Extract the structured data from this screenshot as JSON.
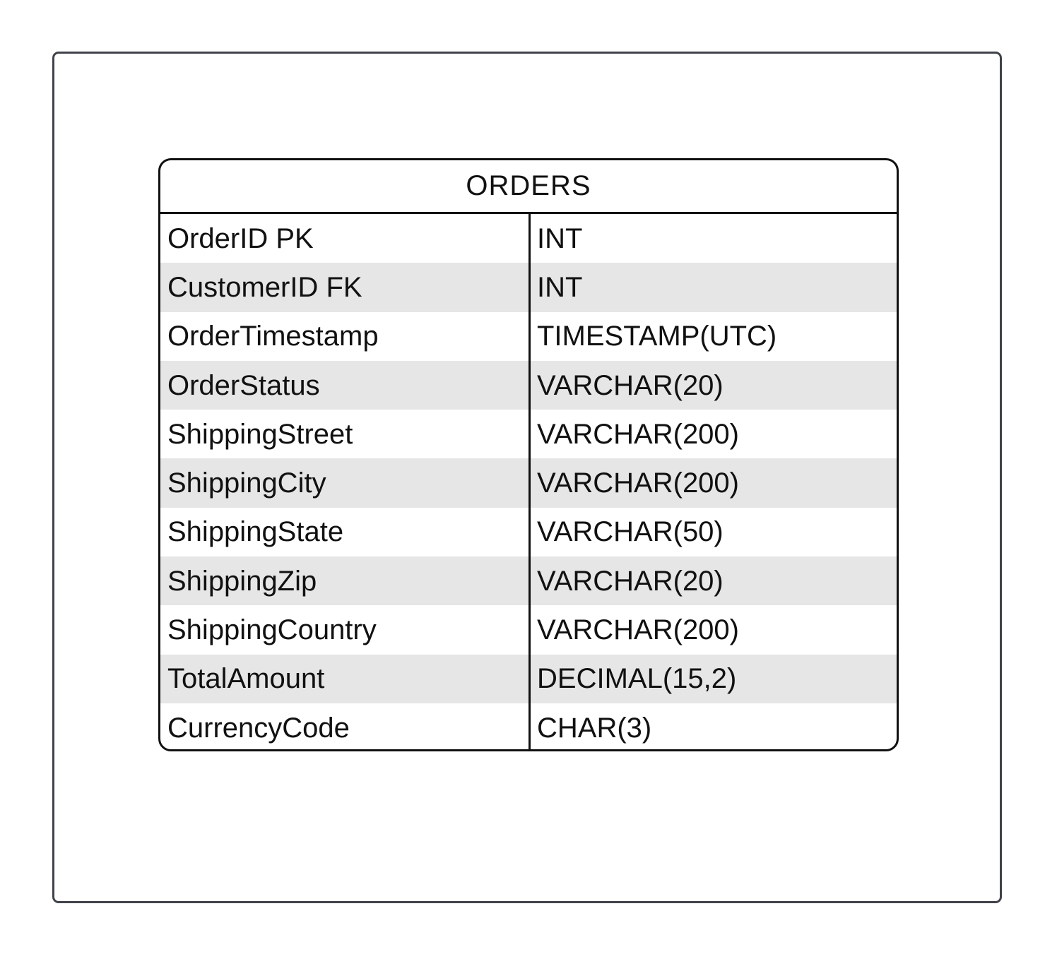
{
  "entity": {
    "name": "ORDERS",
    "columns": [
      {
        "name": "OrderID PK",
        "type": "INT"
      },
      {
        "name": "CustomerID FK",
        "type": "INT"
      },
      {
        "name": "OrderTimestamp",
        "type": "TIMESTAMP(UTC)"
      },
      {
        "name": "OrderStatus",
        "type": "VARCHAR(20)"
      },
      {
        "name": "ShippingStreet",
        "type": "VARCHAR(200)"
      },
      {
        "name": "ShippingCity",
        "type": "VARCHAR(200)"
      },
      {
        "name": "ShippingState",
        "type": "VARCHAR(50)"
      },
      {
        "name": "ShippingZip",
        "type": "VARCHAR(20)"
      },
      {
        "name": "ShippingCountry",
        "type": "VARCHAR(200)"
      },
      {
        "name": "TotalAmount",
        "type": "DECIMAL(15,2)"
      },
      {
        "name": "CurrencyCode",
        "type": "CHAR(3)"
      }
    ]
  },
  "colors": {
    "frame_border": "#3f4349",
    "entity_border": "#111111",
    "alt_row": "#e6e6e6",
    "background": "#ffffff"
  }
}
